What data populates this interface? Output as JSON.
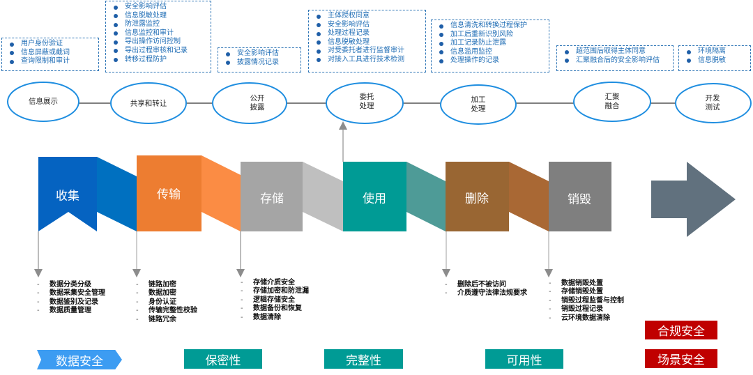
{
  "top_measures": [
    {
      "stage": "信息展示",
      "items": [
        "用户身份验证",
        "信息屏蔽或截词",
        "查询限制和审计"
      ]
    },
    {
      "stage": "共享和转让",
      "items": [
        "安全影响评估",
        "信息脱敏处理",
        "防泄露监控",
        "信息监控和审计",
        "导出操作访问控制",
        "导出过程审核和记录",
        "转移过程防护"
      ]
    },
    {
      "stage": "公开披露",
      "items": [
        "安全影响评估",
        "披露情况记录"
      ]
    },
    {
      "stage": "委托处理",
      "items": [
        "主体授权同意",
        "安全影响评估",
        "处理过程记录",
        "信息脱敏处理",
        "对受委托者进行监督审计",
        "对接入工具进行技术检测"
      ]
    },
    {
      "stage": "加工处理",
      "items": [
        "信息清洗和转换过程保护",
        "加工后重新识别风险",
        "加工记录防止泄露",
        "信息滥用监控",
        "处理操作的记录"
      ]
    },
    {
      "stage": "汇聚融合",
      "items": [
        "超范围后取得主体同意",
        "汇聚融合后的安全影响评估"
      ]
    },
    {
      "stage": "开发测试",
      "items": [
        "环境隔离",
        "信息脱敏"
      ]
    }
  ],
  "usage_nodes": [
    {
      "line1": "信息展示",
      "line2": ""
    },
    {
      "line1": "共享和转让",
      "line2": ""
    },
    {
      "line1": "公开",
      "line2": "披露"
    },
    {
      "line1": "委托",
      "line2": "处理"
    },
    {
      "line1": "加工",
      "line2": "处理"
    },
    {
      "line1": "汇聚",
      "line2": "融合"
    },
    {
      "line1": "开发",
      "line2": "测试"
    }
  ],
  "lifecycle": [
    {
      "label": "收集",
      "color": "#0563c1",
      "fold_color": "#0070c0"
    },
    {
      "label": "传输",
      "color": "#ed7d31",
      "fold_color": "#fb8c44"
    },
    {
      "label": "存储",
      "color": "#a5a5a5",
      "fold_color": "#bfbfbf"
    },
    {
      "label": "使用",
      "color": "#009b95",
      "fold_color": "#4e9b97"
    },
    {
      "label": "删除",
      "color": "#996633",
      "fold_color": "#a96834"
    },
    {
      "label": "销毁",
      "color": "#7f7f7f",
      "fold_color": "#767676"
    }
  ],
  "arrow_color": "#61717e",
  "requirements": [
    {
      "stage": "收集",
      "items": [
        "数据分类分级",
        "数据采集安全管理",
        "数据鉴别及记录",
        "数据质量管理"
      ]
    },
    {
      "stage": "传输",
      "items": [
        "链路加密",
        "数据加密",
        "身份认证",
        "传输完整性校验",
        "链路冗余"
      ]
    },
    {
      "stage": "存储",
      "items": [
        "存储介质安全",
        "存储加密和防泄漏",
        "逻辑存储安全",
        "数据备份和恢复",
        "数据清除"
      ]
    },
    {
      "stage": "删除",
      "items": [
        "删除后不被访问",
        "介质遵守法律法规要求"
      ]
    },
    {
      "stage": "销毁",
      "items": [
        "数据销毁处置",
        "存储销毁处置",
        "销毁过程监督与控制",
        "销毁过程记录",
        "云环境数据清除"
      ]
    }
  ],
  "bottom_tags": {
    "data_security": "数据安全",
    "confidentiality": "保密性",
    "integrity": "完整性",
    "availability": "可用性",
    "compliance_security": "合规安全",
    "scenario_security": "场景安全"
  }
}
